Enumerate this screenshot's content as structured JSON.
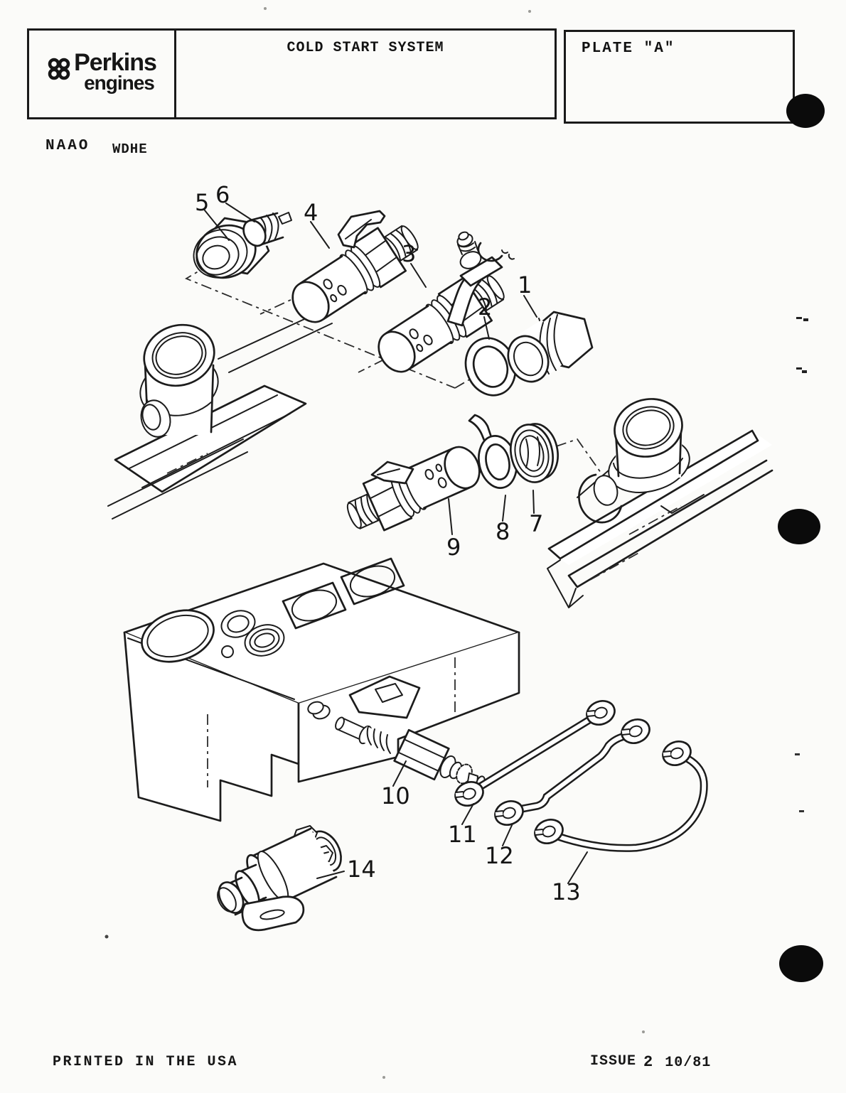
{
  "header": {
    "brand_line1": "Perkins",
    "brand_line2": "engines",
    "title": "COLD START SYSTEM",
    "plate": "PLATE  \"A\""
  },
  "codes": {
    "code1": "NAAO",
    "code2": "WDHE"
  },
  "footer": {
    "printed": "PRINTED IN THE USA",
    "issue_label": "ISSUE",
    "issue_no": "2",
    "issue_date": "10/81"
  },
  "diagram": {
    "description": "Exploded parts diagram of cold start system",
    "callouts": [
      "5",
      "6",
      "4",
      "3",
      "2",
      "1",
      "9",
      "8",
      "7",
      "10",
      "11",
      "12",
      "13",
      "14"
    ]
  }
}
